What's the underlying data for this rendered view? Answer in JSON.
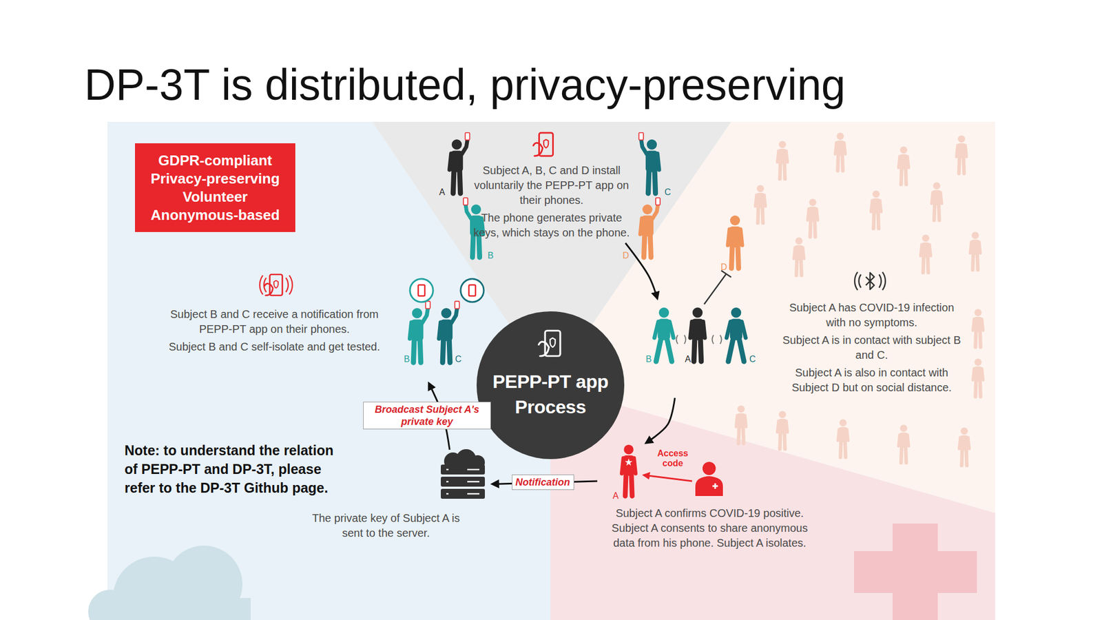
{
  "diagram": {
    "title": "DP-3T is distributed, privacy-preserving",
    "nodes": [
      {
        "text": [
          "GDPR-compliant",
          "Privacy-preserving",
          "Volunteer",
          "Anonymous-based"
        ]
      },
      {
        "text": [
          "PEPP-PT app Process"
        ]
      },
      {
        "text": [
          "Subject A, B, C and D install voluntarily the PEPP-PT app on their phones.",
          "The phone generates private keys, which stays on the phone."
        ]
      },
      {
        "text": [
          "Subject A has COVID-19 infection with no symptoms.",
          "Subject A is in contact with subject B and C.",
          "Subject A is also in contact with Subject D but on social distance."
        ]
      },
      {
        "text": [
          "Subject A confirms COVID-19 positive. Subject A consents to share anonymous data from his phone. Subject A isolates."
        ]
      },
      {
        "text": [
          "The private key of Subject A is sent to the server."
        ]
      },
      {
        "text": [
          "Subject B and C receive a notification from PEPP-PT app on their phones.",
          "Subject B and C self-isolate and get tested."
        ]
      }
    ],
    "edges": [
      {
        "from": 2,
        "to": 3,
        "arrow": "to"
      },
      {
        "from": 3,
        "to": 4,
        "arrow": "to"
      },
      {
        "from": 4,
        "to": 5,
        "label": "Notification",
        "arrow": "to"
      },
      {
        "from": 5,
        "to": 6,
        "label": "Broadcast Subject A's private key",
        "arrow": "to"
      }
    ],
    "labels": [
      "A",
      "C",
      "B",
      "D",
      "D",
      "B",
      "A",
      "C",
      "Access code",
      "A",
      "B",
      "C",
      "Note: to understand the relation of PEPP-PT and DP-3T, please refer to the DP-3T Github page."
    ]
  }
}
